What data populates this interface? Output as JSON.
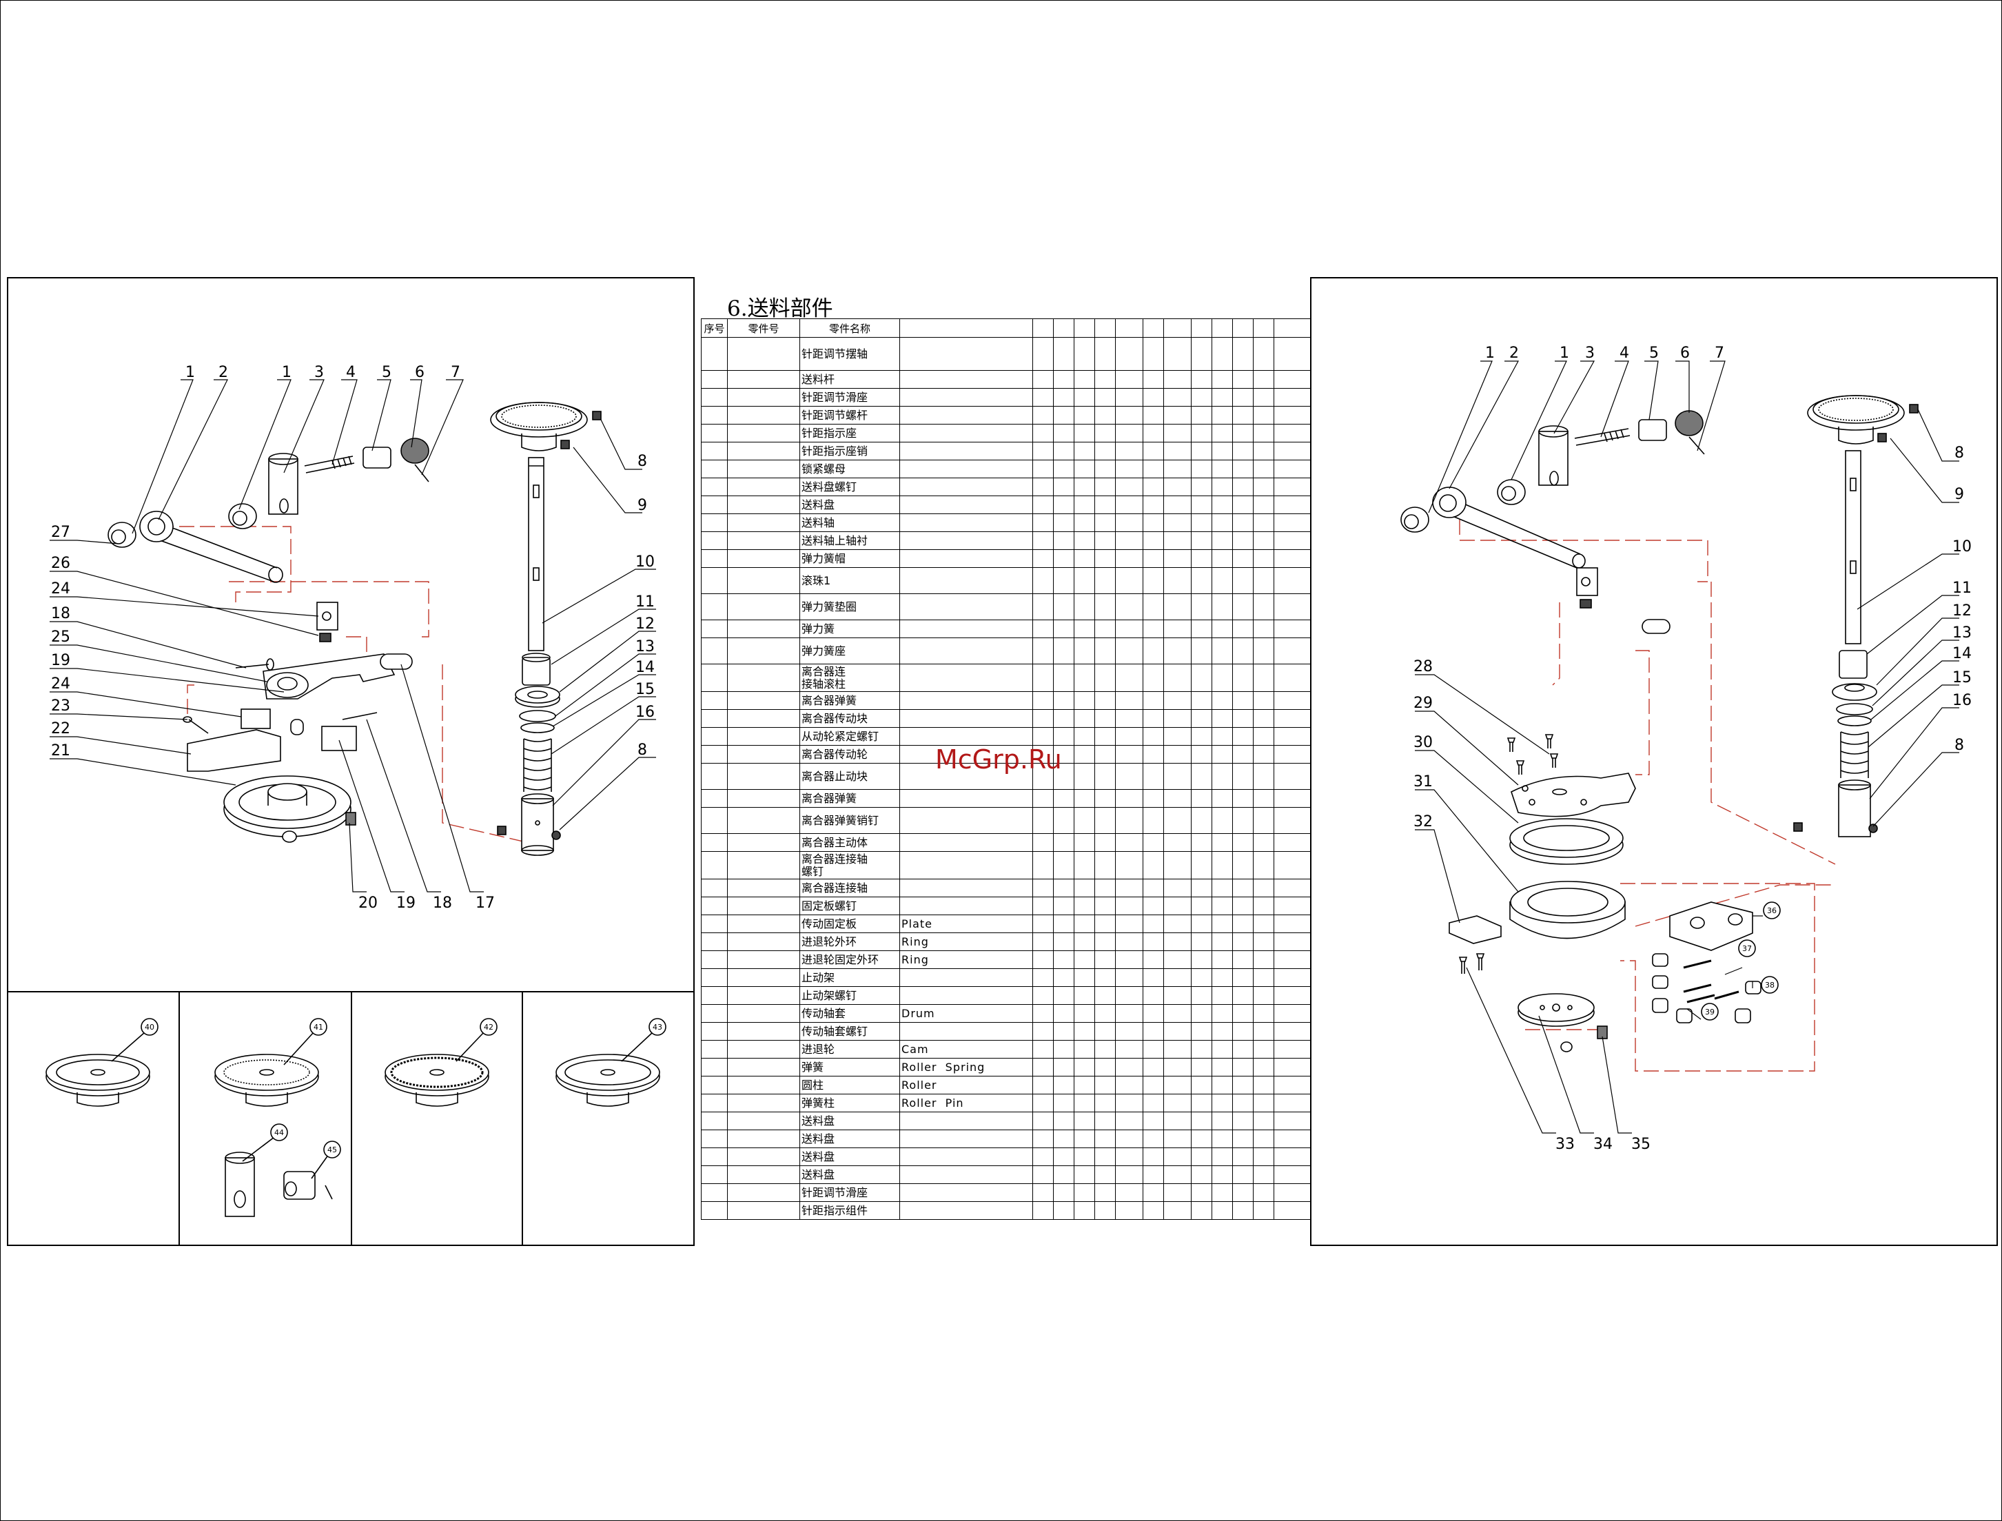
{
  "section_title": "6.送料部件",
  "watermark": "McGrp.Ru",
  "table": {
    "headers": [
      "序号",
      "零件号",
      "零件名称"
    ],
    "rows": [
      {
        "name": "针距调节摆轴",
        "en": ""
      },
      {
        "name": "送料杆",
        "en": ""
      },
      {
        "name": "针距调节滑座",
        "en": ""
      },
      {
        "name": "针距调节螺杆",
        "en": ""
      },
      {
        "name": "针距指示座",
        "en": ""
      },
      {
        "name": "针距指示座销",
        "en": ""
      },
      {
        "name": "锁紧螺母",
        "en": ""
      },
      {
        "name": "送料盘螺钉",
        "en": ""
      },
      {
        "name": "送料盘",
        "en": ""
      },
      {
        "name": "送料轴",
        "en": ""
      },
      {
        "name": "送料轴上轴衬",
        "en": ""
      },
      {
        "name": "弹力簧帽",
        "en": ""
      },
      {
        "name": "滚珠1",
        "en": ""
      },
      {
        "name": "弹力簧垫圈",
        "en": ""
      },
      {
        "name": "弹力簧",
        "en": ""
      },
      {
        "name": "弹力簧座",
        "en": ""
      },
      {
        "name": "离合器连\n接轴滚柱",
        "en": ""
      },
      {
        "name": "离合器弹簧",
        "en": ""
      },
      {
        "name": "离合器传动块",
        "en": ""
      },
      {
        "name": "从动轮紧定螺钉",
        "en": ""
      },
      {
        "name": "离合器传动轮",
        "en": ""
      },
      {
        "name": "离合器止动块",
        "en": ""
      },
      {
        "name": "离合器弹簧",
        "en": ""
      },
      {
        "name": "离合器弹簧销钉",
        "en": ""
      },
      {
        "name": "离合器主动体",
        "en": ""
      },
      {
        "name": "离合器连接轴\n螺钉",
        "en": ""
      },
      {
        "name": "离合器连接轴",
        "en": ""
      },
      {
        "name": "固定板螺钉",
        "en": ""
      },
      {
        "name": "传动固定板",
        "en": "Plate"
      },
      {
        "name": "进退轮外环",
        "en": "Ring"
      },
      {
        "name": "进退轮固定外环",
        "en": "Ring"
      },
      {
        "name": "止动架",
        "en": ""
      },
      {
        "name": "止动架螺钉",
        "en": ""
      },
      {
        "name": "传动轴套",
        "en": "Drum"
      },
      {
        "name": "传动轴套螺钉",
        "en": ""
      },
      {
        "name": "进退轮",
        "en": "Cam"
      },
      {
        "name": "弹簧",
        "en": "Roller  Spring"
      },
      {
        "name": "圆柱",
        "en": "Roller"
      },
      {
        "name": "弹簧柱",
        "en": "Roller  Pin"
      },
      {
        "name": "送料盘",
        "en": ""
      },
      {
        "name": "送料盘",
        "en": ""
      },
      {
        "name": "送料盘",
        "en": ""
      },
      {
        "name": "送料盘",
        "en": ""
      },
      {
        "name": "针距调节滑座",
        "en": ""
      },
      {
        "name": "针距指示组件",
        "en": ""
      }
    ]
  },
  "left_diagram": {
    "callouts": [
      "1",
      "2",
      "1",
      "3",
      "4",
      "5",
      "6",
      "7",
      "8",
      "9",
      "10",
      "11",
      "12",
      "13",
      "14",
      "15",
      "16",
      "8",
      "27",
      "26",
      "24",
      "18",
      "25",
      "19",
      "24",
      "23",
      "22",
      "21",
      "20",
      "19",
      "18",
      "17"
    ]
  },
  "right_diagram": {
    "callouts": [
      "1",
      "2",
      "1",
      "3",
      "4",
      "5",
      "6",
      "7",
      "8",
      "9",
      "10",
      "11",
      "12",
      "13",
      "14",
      "15",
      "16",
      "8",
      "28",
      "29",
      "30",
      "31",
      "32",
      "33",
      "34",
      "35",
      "36",
      "37",
      "38",
      "39"
    ]
  },
  "variants": [
    "40",
    "41",
    "42",
    "43",
    "44",
    "45"
  ],
  "colors": {
    "line": "#000000",
    "phantom": "#c0392b",
    "watermark": "#b21818"
  }
}
